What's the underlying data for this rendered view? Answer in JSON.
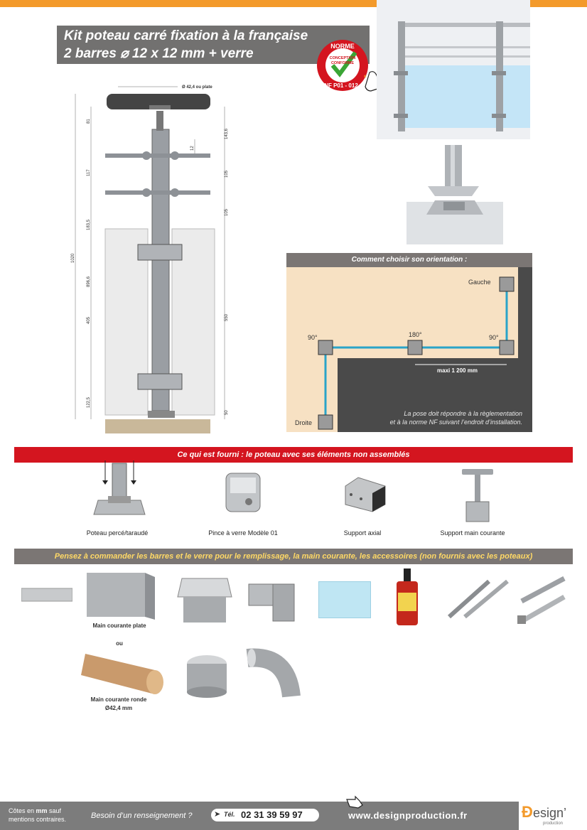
{
  "header": {
    "title_line1": "Kit poteau carré fixation à la française",
    "title_line2": "2 barres ⌀ 12 x 12 mm + verre",
    "badge": {
      "word1": "NORME",
      "word2": "CONCEPTION",
      "word3": "CONFORME",
      "ref": "NF P01 - 012",
      "star": "*"
    }
  },
  "drawing": {
    "diameter_label": "Ø 42,4 ou plate",
    "dims_left": [
      "81",
      "117",
      "183,5",
      "1020",
      "896,6",
      "405",
      "122,5"
    ],
    "dims_right": [
      "143,6",
      "12",
      "105",
      "105",
      "550",
      "50"
    ]
  },
  "orientation": {
    "title": "Comment choisir son orientation :",
    "labels": {
      "gauche": "Gauche",
      "deg90_left": "90°",
      "deg180": "180°",
      "deg90_right": "90°",
      "droite": "Droite"
    },
    "max": "maxi 1 200 mm",
    "note_line1": "La pose doit répondre à la règlementation",
    "note_line2": "et à la norme NF suivant l’endroit d’installation."
  },
  "supplied": {
    "banner": "Ce qui est fourni : le poteau avec ses éléments non assemblés",
    "items": [
      "Poteau percé/taraudé",
      "Pince à verre Modèle 01",
      "Support axial",
      "Support main courante"
    ]
  },
  "order": {
    "banner": "Pensez à commander les barres et le verre pour le remplissage, la main courante, les accessoires (non fournis avec les poteaux)",
    "flat_label": "Main courante plate",
    "or_label": "ou",
    "round_label_1": "Main courante ronde",
    "round_label_2": "Ø42,4 mm"
  },
  "footer": {
    "note_pre": "Côtes en ",
    "note_bold": "mm",
    "note_post": " sauf",
    "note_line2": "mentions contraires.",
    "question": "Besoin d’un renseignement ?",
    "tel_label": "Tél.",
    "phone": "02 31 39 59 97",
    "website": "www.designproduction.fr",
    "logo_main": "esign’",
    "logo_sub": "production"
  },
  "colors": {
    "accent_orange": "#f39a2b",
    "banner_red": "#d4151f",
    "banner_gray": "#7b7674",
    "footer_gray": "#7c7c7c"
  }
}
